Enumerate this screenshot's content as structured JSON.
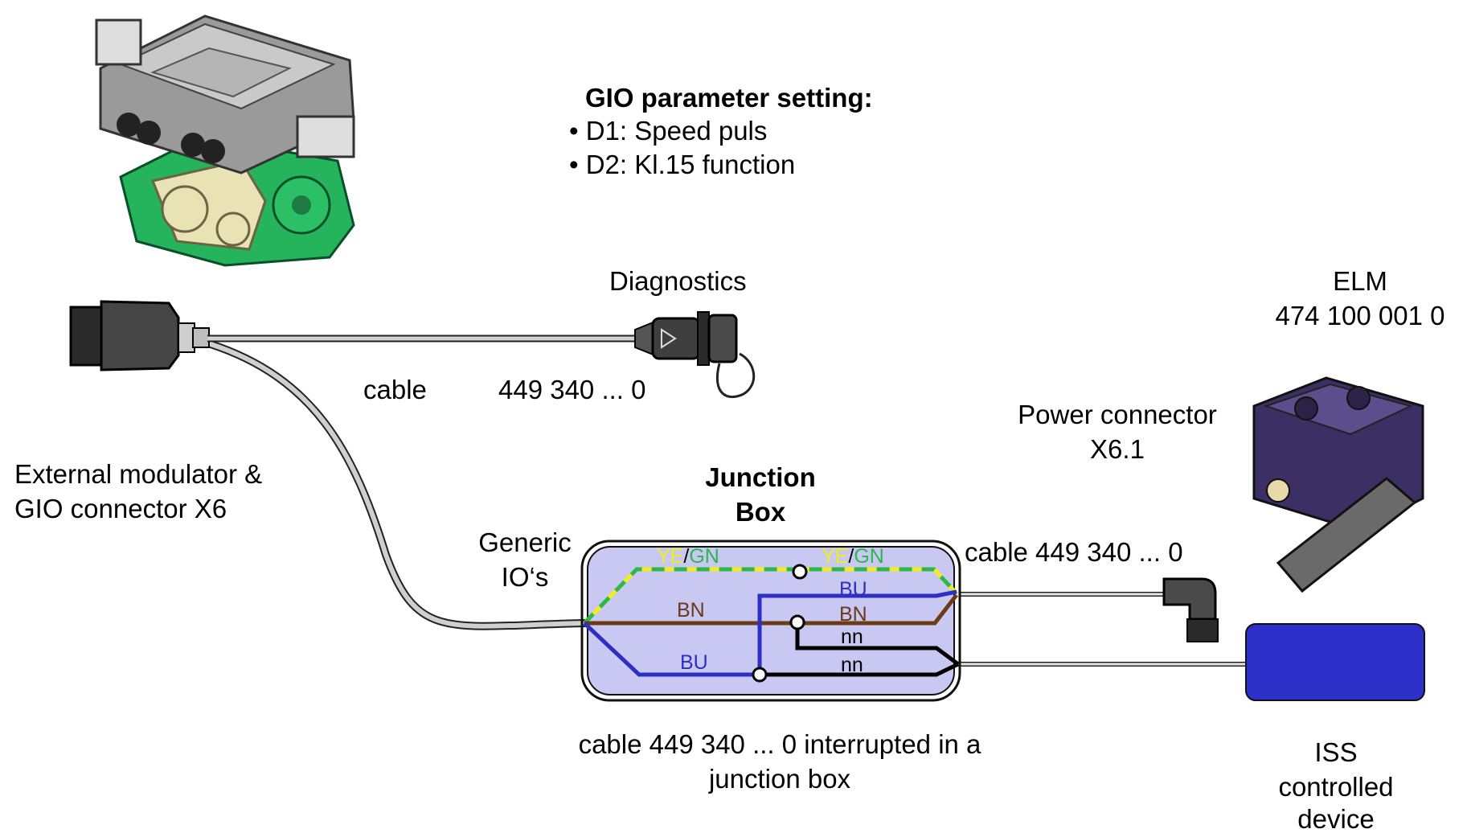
{
  "params": {
    "title": "GIO parameter setting:",
    "items": [
      "• D1: Speed puls",
      "• D2: Kl.15 function"
    ]
  },
  "labels": {
    "diagnostics": "Diagnostics",
    "cable_left": "cable",
    "cable_diag_num": "449 340 ... 0",
    "external_line1": "External modulator &",
    "external_line2": "GIO connector X6",
    "elm_line1": "ELM",
    "elm_line2": "474 100 001 0",
    "power_line1": "Power connector",
    "power_line2": "X6.1",
    "junction_line1": "Junction",
    "junction_line2": "Box",
    "generic_line1": "Generic",
    "generic_line2": "IO‘s",
    "cable_right": "cable 449 340 ... 0",
    "interrupted_line1": "cable 449 340 ... 0 interrupted in a",
    "interrupted_line2": "junction box",
    "iss_line1": "ISS",
    "iss_line2": "controlled",
    "iss_line3": "device"
  },
  "wires": {
    "ye": "YE",
    "slash": "/",
    "gn": "GN",
    "bn": "BN",
    "bu": "BU",
    "nn": "nn"
  },
  "colors": {
    "yellow": "#f2ee1a",
    "green": "#2cb84a",
    "brown": "#6b3a16",
    "blue": "#2d2fc4",
    "black": "#000000",
    "box_fill": "#c8c8f2",
    "iss_fill": "#2e31c9",
    "modulator_green": "#22b25a",
    "elm_purple": "#3b2f63"
  },
  "icons": [
    "modulator-image",
    "gio-connector-image",
    "diagnostics-connector-image",
    "elm-image",
    "power-connector-image"
  ]
}
